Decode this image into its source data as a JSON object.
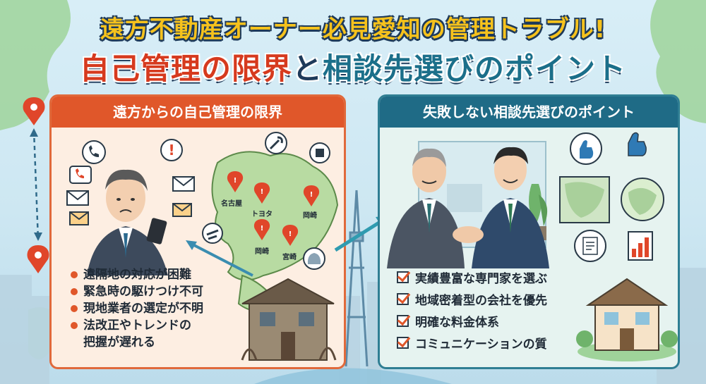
{
  "title": {
    "line1": "遠方不動産オーナー必見愛知の管理トラブル!",
    "line2_part1": "自己管理の限界",
    "line2_part2": "と",
    "line2_part3": "相談先選びのポイント"
  },
  "left_panel": {
    "header": "遠方からの自己管理の限界",
    "map_labels": [
      "名古屋",
      "トヨタ",
      "岡崎",
      "岡崎",
      "宮崎"
    ],
    "bullets": [
      "遠隔地の対応が困難",
      "緊急時の駆けつけ不可",
      "現地業者の選定が不明",
      "法改正やトレンドの"
    ],
    "bullet_continuation": "把握が遅れる"
  },
  "right_panel": {
    "header": "失敗しない相談先選びのポイント",
    "checks": [
      "実績豊富な専門家を選ぶ",
      "地域密着型の会社を優先",
      "明確な料金体系",
      "コミュニケーションの質"
    ]
  },
  "colors": {
    "orange_accent": "#e0572a",
    "teal_accent": "#1f6b86",
    "title_yellow": "#f6c21c",
    "navy": "#1e3a5a"
  },
  "icons": [
    "location-pin-icon",
    "phone-icon",
    "mail-icon",
    "exclamation-icon",
    "wrench-icon",
    "thumbs-up-icon",
    "chart-icon",
    "document-icon"
  ]
}
